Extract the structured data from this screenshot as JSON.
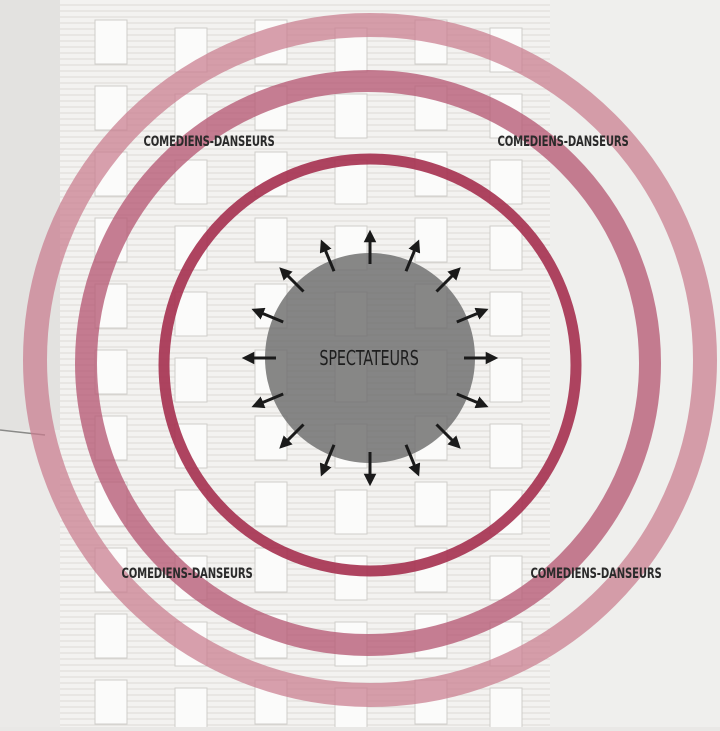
{
  "labels": {
    "top_left": "COMEDIENS-DANSEURS",
    "top_right": "COMEDIENS-DANSEURS",
    "bottom_left": "COMEDIENS-DANSEURS",
    "bottom_right": "COMEDIENS-DANSEURS",
    "center": "SPECTATEURS"
  },
  "colors": {
    "background": "#e9e8e6",
    "building": "#f4f3f1",
    "ring_outer": "#c77a8c",
    "ring_middle": "#b85a74",
    "ring_inner": "#a8304e",
    "center_disc": "#6e6e6e",
    "arrows": "#1a1a1a"
  },
  "arrow_count": 16
}
